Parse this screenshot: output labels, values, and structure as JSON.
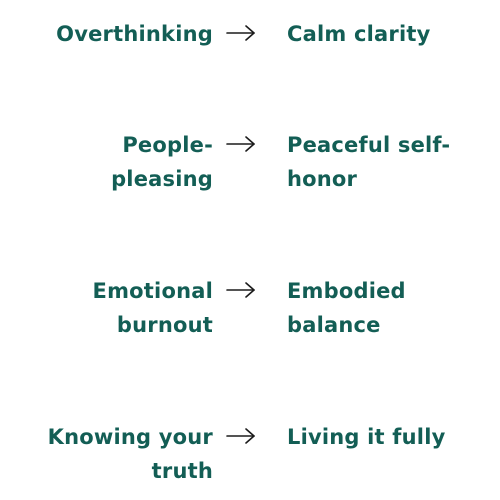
{
  "colors": {
    "text": "#135e55",
    "arrow": "#1c1c1c",
    "background": "#ffffff"
  },
  "rows": [
    {
      "from_lines": [
        "Overthinking"
      ],
      "to_lines": [
        "Calm clarity"
      ],
      "arrow_icon": "right-arrow-icon"
    },
    {
      "from_lines": [
        "People-",
        "pleasing"
      ],
      "to_lines": [
        "Peaceful self-",
        "honor"
      ],
      "arrow_icon": "right-arrow-icon"
    },
    {
      "from_lines": [
        "Emotional",
        "burnout"
      ],
      "to_lines": [
        "Embodied",
        "balance"
      ],
      "arrow_icon": "right-arrow-icon"
    },
    {
      "from_lines": [
        "Knowing your",
        "truth"
      ],
      "to_lines": [
        "Living it fully"
      ],
      "arrow_icon": "right-arrow-icon"
    }
  ]
}
